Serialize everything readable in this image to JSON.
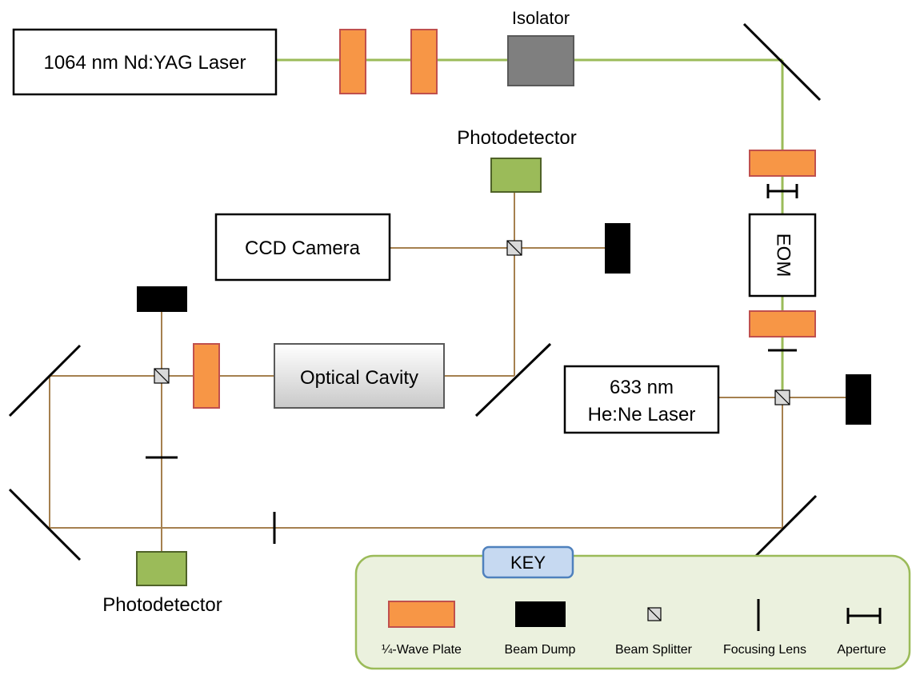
{
  "labels": {
    "yag_laser": "1064 nm Nd:YAG Laser",
    "isolator": "Isolator",
    "photodetector_top": "Photodetector",
    "ccd_camera": "CCD Camera",
    "eom": "EOM",
    "optical_cavity": "Optical Cavity",
    "hene_line1": "633 nm",
    "hene_line2": "He:Ne Laser",
    "photodetector_bottom": "Photodetector"
  },
  "key": {
    "title": "KEY",
    "items": [
      {
        "label": "¼-Wave Plate",
        "icon": "quarter-wave-plate-icon"
      },
      {
        "label": "Beam Dump",
        "icon": "beam-dump-icon"
      },
      {
        "label": "Beam Splitter",
        "icon": "beam-splitter-icon"
      },
      {
        "label": "Focusing Lens",
        "icon": "focusing-lens-icon"
      },
      {
        "label": "Aperture",
        "icon": "aperture-icon"
      }
    ]
  },
  "colors": {
    "beam_1064": "#9bbb59",
    "beam_633": "#a5804f",
    "wave_plate_fill": "#f79646",
    "wave_plate_stroke": "#c0504d",
    "photodetector_fill": "#9bbb59",
    "photodetector_stroke": "#4f6228",
    "isolator_fill": "#7f7f7f",
    "key_fill": "#ebf1de",
    "key_stroke": "#9bbb59",
    "key_title_fill": "#c6d9f1",
    "key_title_stroke": "#4f81bd"
  }
}
